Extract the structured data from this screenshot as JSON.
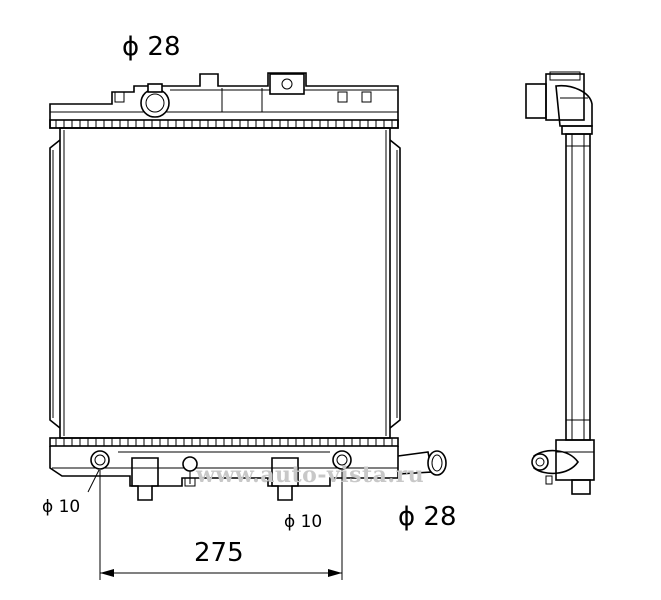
{
  "labels": {
    "cap_diameter": "ϕ 28",
    "outlet_diameter": "ϕ 28",
    "left_fitting": "ϕ 10",
    "right_fitting": "ϕ 10",
    "width_dimension": "275"
  },
  "watermark": "www.auto-vista.ru",
  "colors": {
    "line": "#000000",
    "background": "#ffffff",
    "watermark": "#c8c8c8"
  }
}
